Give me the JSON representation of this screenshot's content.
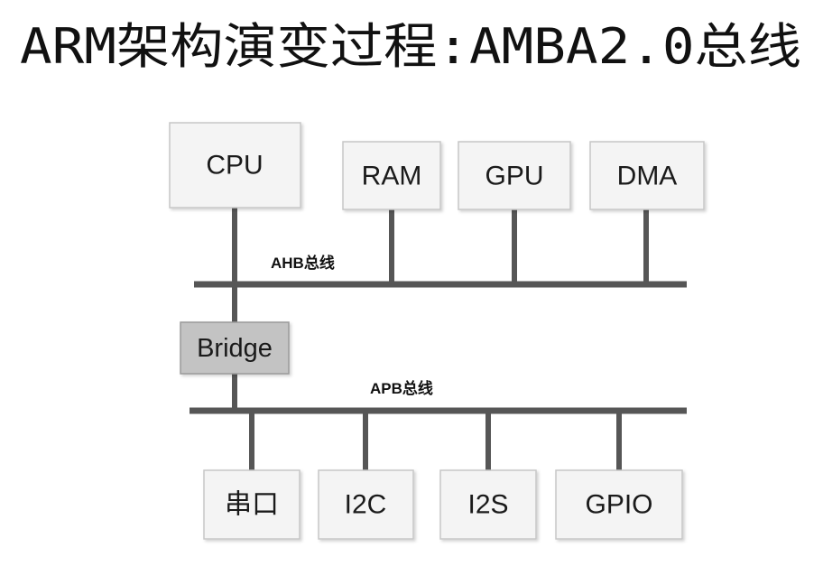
{
  "title": "ARM架构演变过程:AMBA2.0总线",
  "buses": {
    "ahb": "AHB总线",
    "apb": "APB总线"
  },
  "ahb_components": {
    "cpu": "CPU",
    "ram": "RAM",
    "gpu": "GPU",
    "dma": "DMA"
  },
  "bridge": "Bridge",
  "apb_components": {
    "uart": "串口",
    "i2c": "I2C",
    "i2s": "I2S",
    "gpio": "GPIO"
  },
  "colors": {
    "bus_line": "#565656",
    "box_fill": "#f4f4f4",
    "box_border": "#c6c6c6",
    "bridge_fill": "#c3c3c3",
    "bridge_border": "#9a9a9a"
  }
}
